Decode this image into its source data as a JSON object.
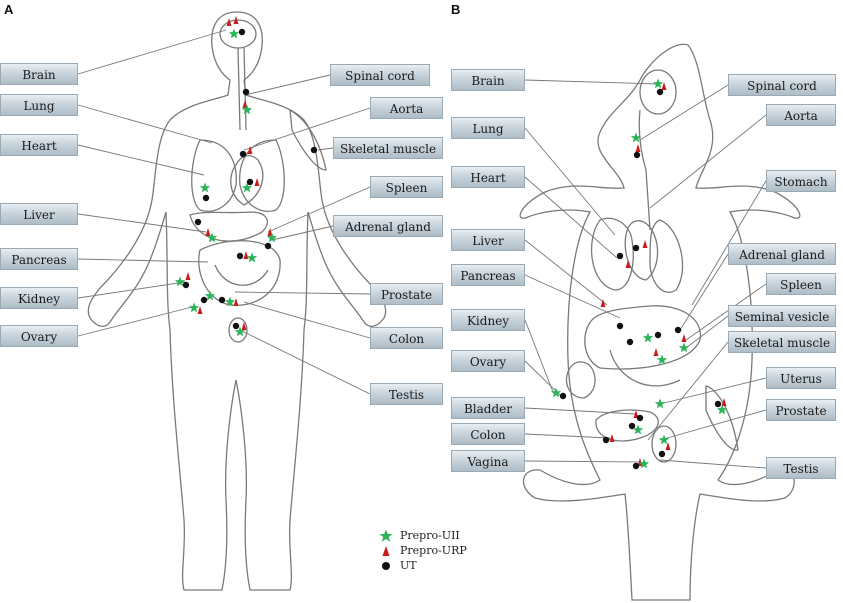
{
  "panels": {
    "a": "A",
    "b": "B"
  },
  "panelA": {
    "labels": [
      "Brain",
      "Lung",
      "Heart",
      "Liver",
      "Pancreas",
      "Kidney",
      "Ovary",
      "Spinal cord",
      "Aorta",
      "Skeletal muscle",
      "Spleen",
      "Adrenal gland",
      "Prostate",
      "Colon",
      "Testis"
    ]
  },
  "panelB": {
    "labels": [
      "Brain",
      "Lung",
      "Heart",
      "Liver",
      "Pancreas",
      "Kidney",
      "Ovary",
      "Bladder",
      "Colon",
      "Vagina",
      "Spinal cord",
      "Aorta",
      "Stomach",
      "Adrenal gland",
      "Spleen",
      "Seminal vesicle",
      "Skeletal muscle",
      "Uterus",
      "Prostate",
      "Testis"
    ]
  },
  "legend": {
    "items": [
      {
        "label": "Prepro-UII",
        "symbol": "star-icon",
        "color": "#2eb35a"
      },
      {
        "label": "Prepro-URP",
        "symbol": "triangle-icon",
        "color": "#c81e1e"
      },
      {
        "label": "UT",
        "symbol": "dot-icon",
        "color": "#111111"
      }
    ]
  },
  "colors": {
    "star": "#2eb35a",
    "triangle": "#c81e1e",
    "dot": "#111111",
    "label_bg": "#bcc9d2"
  }
}
